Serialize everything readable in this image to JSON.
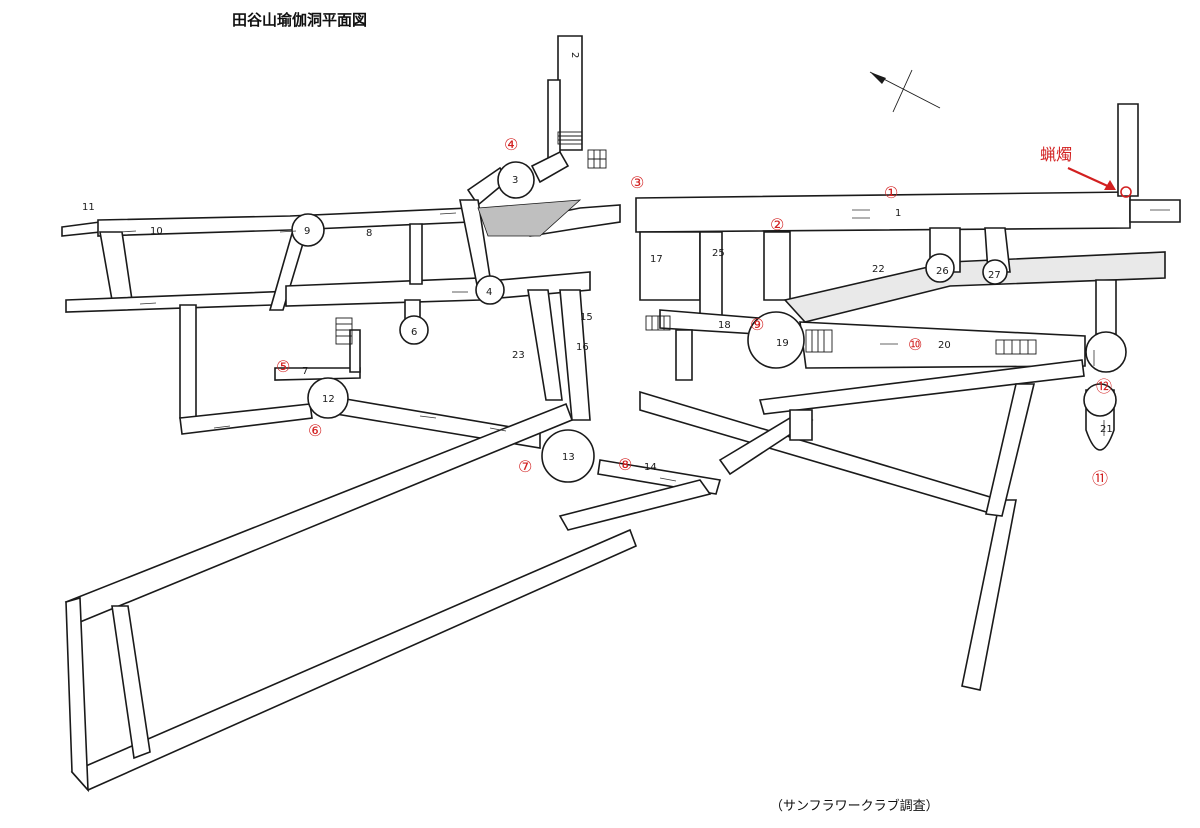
{
  "title": "田谷山瑜伽洞平面図",
  "credit": "（サンフラワークラブ調査）",
  "red_label": "蝋燭",
  "colors": {
    "line": "#1a1a1a",
    "marker": "#d22020"
  },
  "markers": [
    "①",
    "②",
    "③",
    "④",
    "⑤",
    "⑥",
    "⑦",
    "⑧",
    "⑨",
    "⑩",
    "⑪",
    "⑫"
  ],
  "numbers": [
    "1",
    "2",
    "3",
    "4",
    "6",
    "7",
    "8",
    "9",
    "10",
    "11",
    "12",
    "13",
    "14",
    "15",
    "16",
    "17",
    "18",
    "19",
    "20",
    "21",
    "22",
    "23",
    "25",
    "26",
    "27"
  ]
}
